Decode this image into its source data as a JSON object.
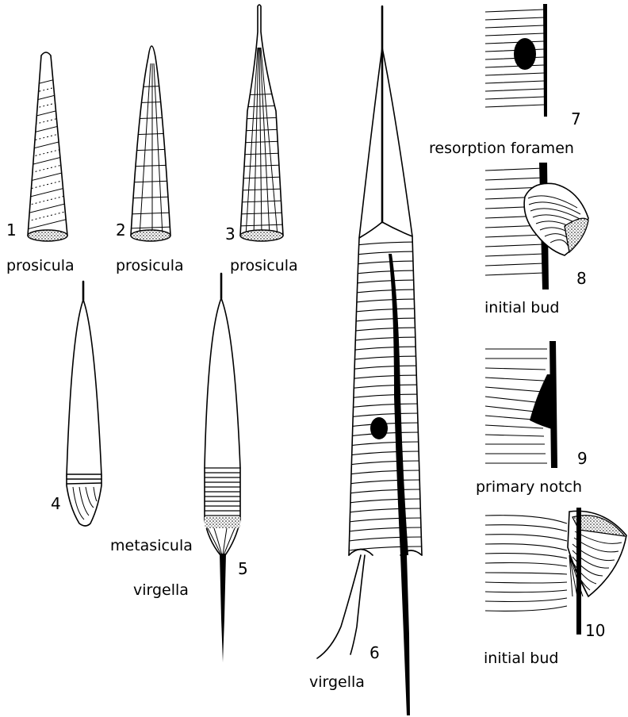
{
  "figure": {
    "numbers": [
      "1",
      "2",
      "3",
      "4",
      "5",
      "6",
      "7",
      "8",
      "9",
      "10"
    ],
    "labels": {
      "prosicula_1": "prosicula",
      "prosicula_2": "prosicula",
      "prosicula_3": "prosicula",
      "metasicula": "metasicula",
      "virgella_5": "virgella",
      "virgella_6": "virgella",
      "resorption_foramen": "resorption foramen",
      "initial_bud_8": "initial bud",
      "primary_notch": "primary notch",
      "initial_bud_10": "initial bud"
    }
  }
}
